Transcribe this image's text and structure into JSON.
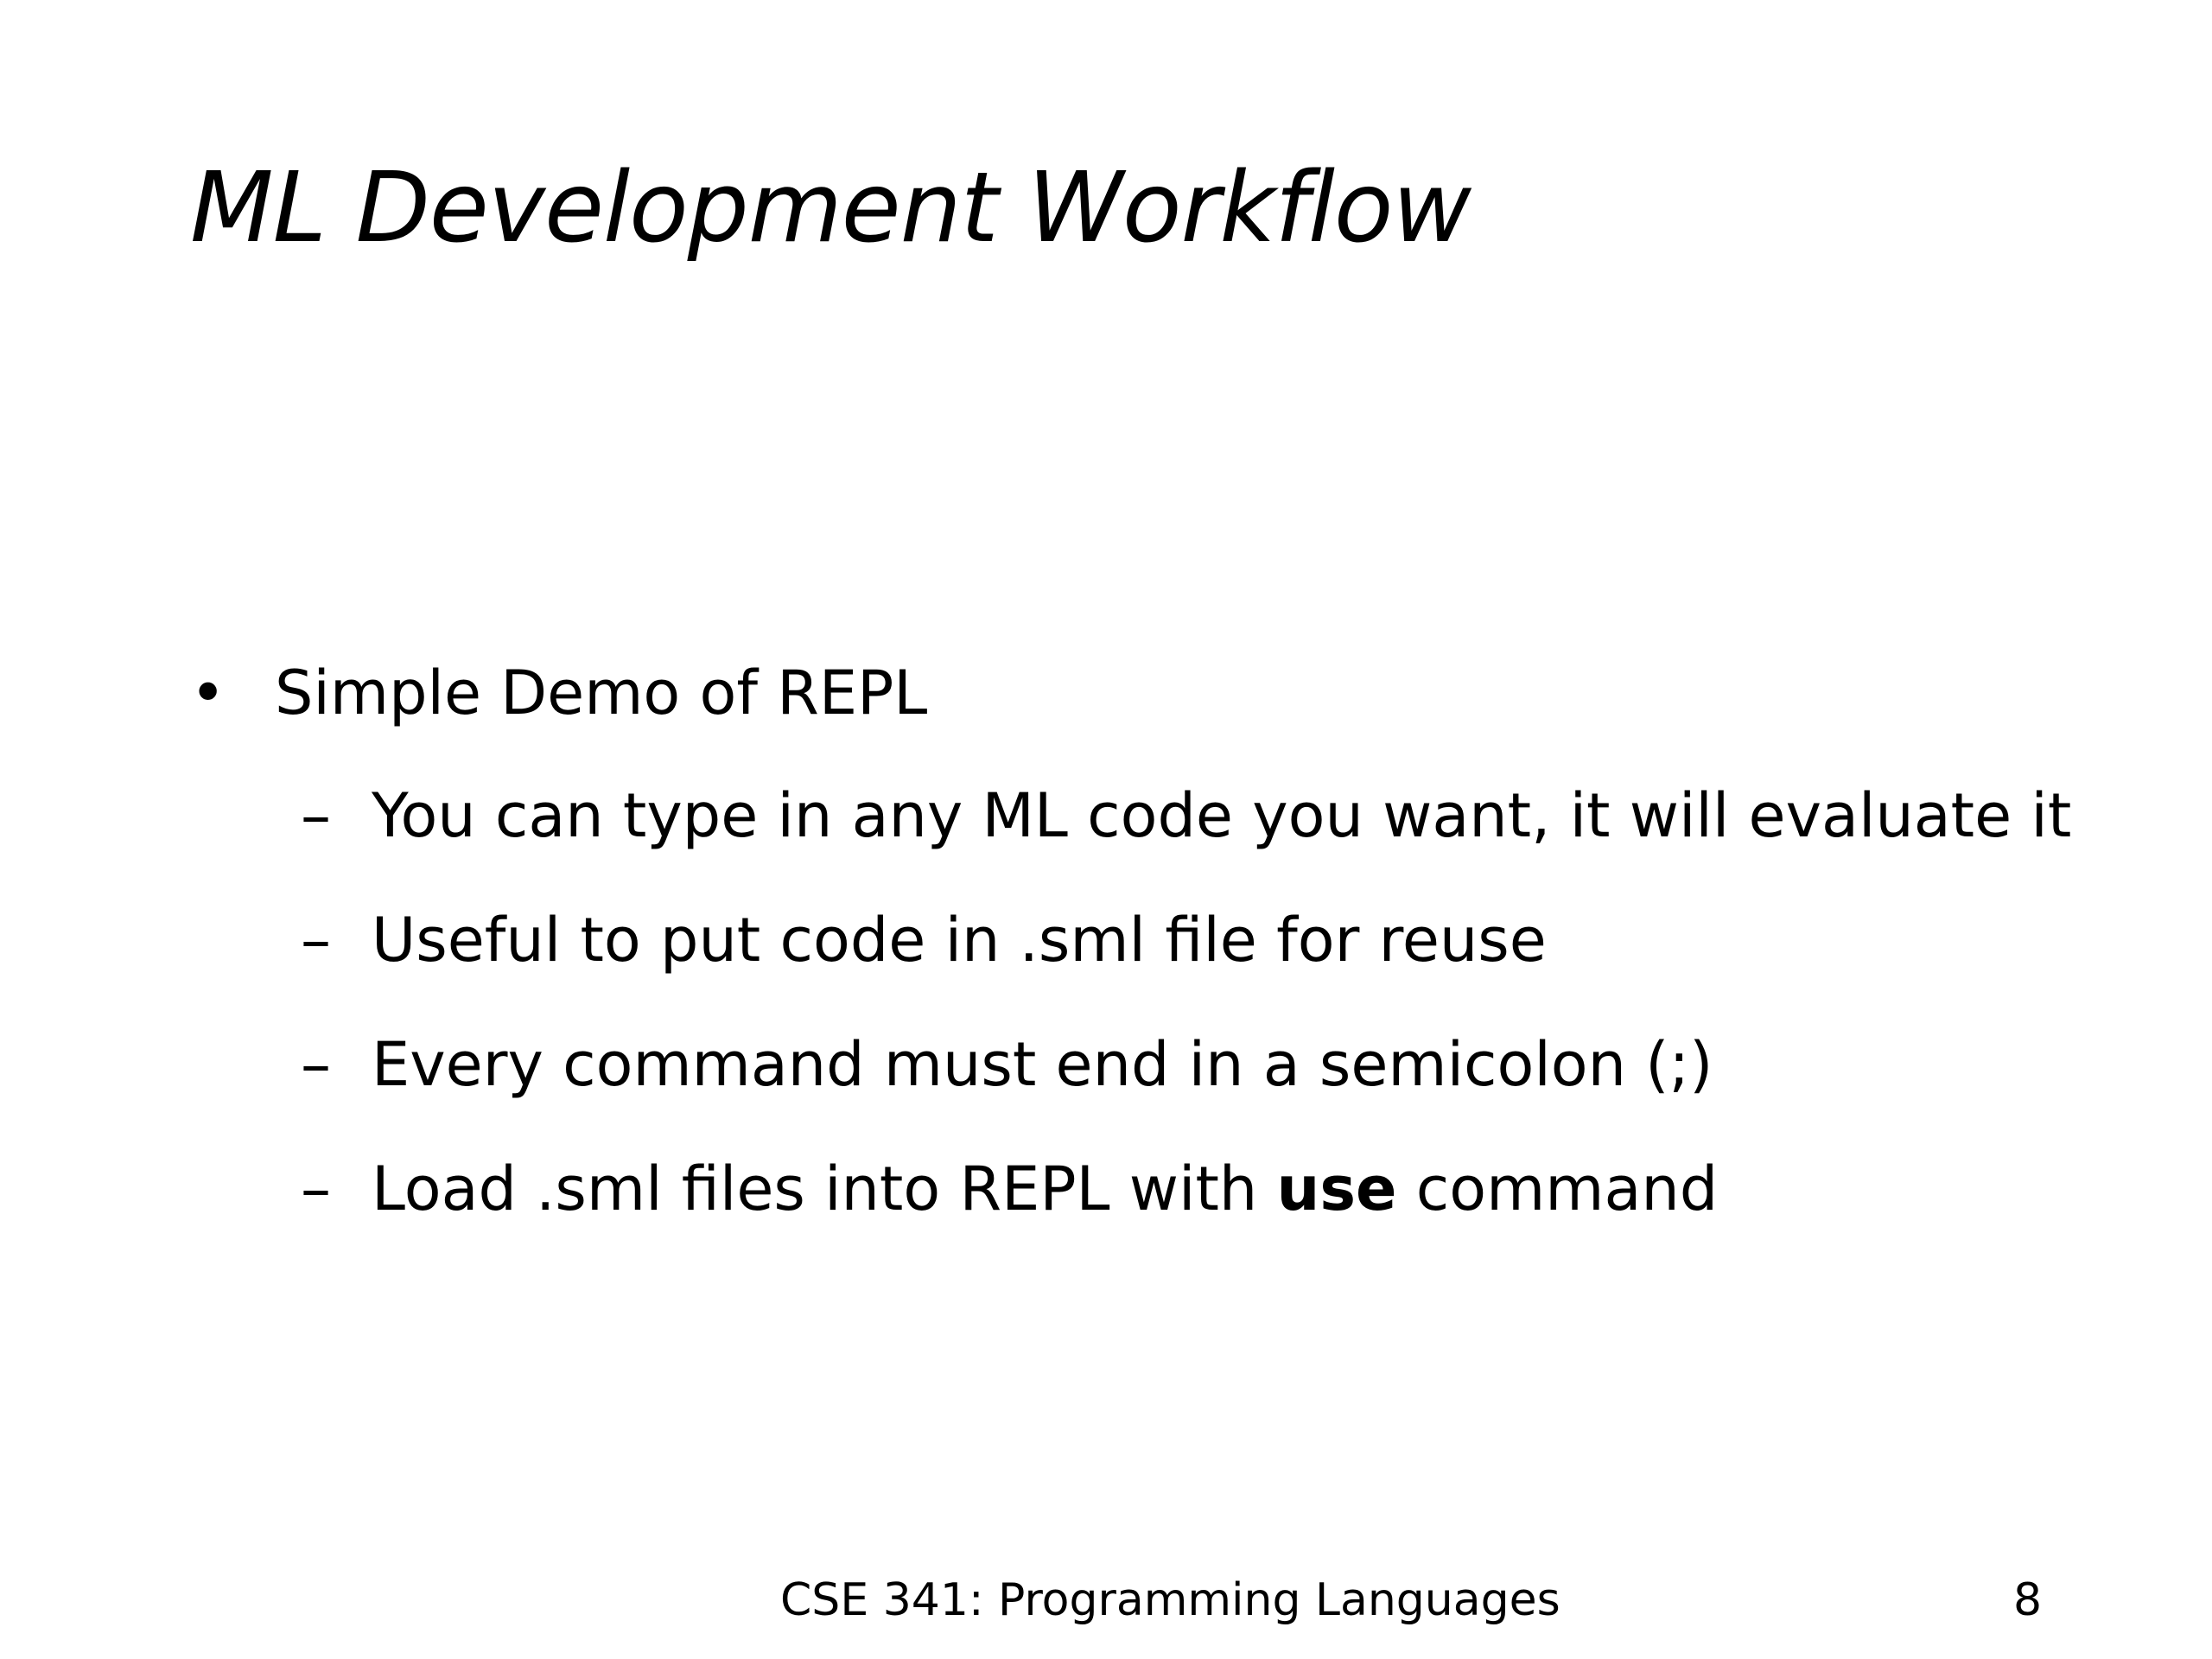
{
  "slide": {
    "title": "ML Development Workflow",
    "bullet": {
      "marker": "•",
      "text": "Simple Demo of REPL",
      "sub_items": [
        {
          "marker": "–",
          "text": "You can type in any ML code you want, it will evaluate it"
        },
        {
          "marker": "–",
          "text": "Useful to put code in .sml file for reuse"
        },
        {
          "marker": "–",
          "text": "Every command must end in a semicolon (;)"
        },
        {
          "marker": "–",
          "text_before": "Load .sml files into REPL with ",
          "keyword": "use",
          "text_after": " command"
        }
      ]
    },
    "footer": {
      "course": "CSE 341: Programming Languages",
      "page_number": "8"
    }
  }
}
